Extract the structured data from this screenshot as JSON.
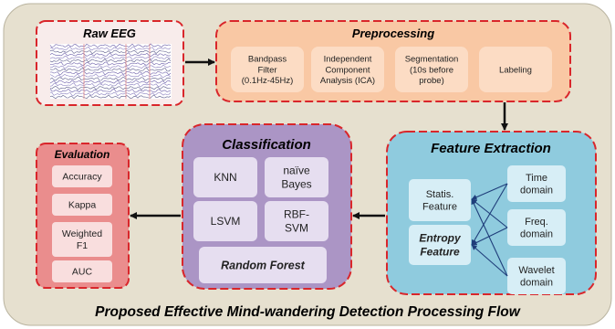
{
  "title": "Proposed Effective Mind-wandering  Detection Processing Flow",
  "raw_eeg": {
    "title": "Raw EEG"
  },
  "preprocessing": {
    "title": "Preprocessing",
    "steps": [
      [
        "Bandpass",
        "Filter",
        "(0.1Hz-45Hz)"
      ],
      [
        "Independent",
        "Component",
        "Analysis (ICA)"
      ],
      [
        "Segmentation",
        "(10s before",
        "probe)"
      ],
      [
        "Labeling"
      ]
    ]
  },
  "feature_extraction": {
    "title": "Feature Extraction",
    "features": [
      [
        "Statis.",
        "Feature"
      ],
      [
        "Entropy",
        "Feature"
      ]
    ],
    "domains": [
      [
        "Time",
        "domain"
      ],
      [
        "Freq.",
        "domain"
      ],
      [
        "Wavelet",
        "domain"
      ]
    ]
  },
  "classification": {
    "title": "Classification",
    "models": [
      [
        "KNN"
      ],
      [
        "naïve",
        "Bayes"
      ],
      [
        "LSVM"
      ],
      [
        "RBF-",
        "SVM"
      ]
    ],
    "wide_model": "Random Forest"
  },
  "evaluation": {
    "title": "Evaluation",
    "metrics": [
      [
        "Accuracy"
      ],
      [
        "Kappa"
      ],
      [
        "Weighted",
        "F1"
      ],
      [
        "AUC"
      ]
    ]
  },
  "colors": {
    "background": "#e6e0cf",
    "border_red": "#d9262b",
    "raw_eeg_fill": "#f8eceb",
    "preprocess_fill": "#f9c8a4",
    "preprocess_step": "#fcdcc4",
    "feature_fill": "#8fcbde",
    "feature_item": "#d7eef6",
    "classification_fill": "#ab95c5",
    "classification_item": "#e6def0",
    "evaluation_fill": "#ea8d8d",
    "evaluation_item": "#f9dede",
    "arrow": "#111111",
    "cross_arrow": "#1f3d7a"
  }
}
